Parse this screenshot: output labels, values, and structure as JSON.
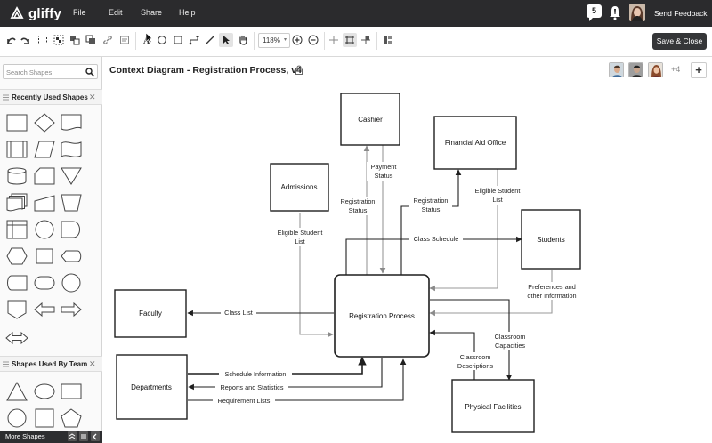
{
  "app": {
    "logo_text": "gliffy",
    "menu": [
      "File",
      "Edit",
      "Share",
      "Help"
    ],
    "notification_count": "5",
    "send_feedback": "Send Feedback"
  },
  "toolbar": {
    "zoom": "118%",
    "save_close": "Save & Close",
    "icons": [
      "undo-icon",
      "redo-icon",
      "select-all-icon",
      "group-icon",
      "ungroup-icon",
      "bring-front-icon",
      "link-icon",
      "image-icon",
      "text-tool-icon",
      "ellipse-tool-icon",
      "rectangle-tool-icon",
      "connector-tool-icon",
      "line-tool-icon",
      "pointer-tool-icon",
      "pan-tool-icon",
      "zoom-in-icon",
      "zoom-out-icon",
      "guides-icon",
      "grid-icon",
      "snap-icon",
      "layers-icon"
    ]
  },
  "sidebar": {
    "search_placeholder": "Search Shapes",
    "sections": [
      {
        "title": "Recently Used Shapes"
      },
      {
        "title": "Shapes Used By Team"
      }
    ],
    "more_shapes": "More Shapes"
  },
  "document": {
    "title": "Context Diagram - Registration Process, v4",
    "collaborators_extra": "+4",
    "add_label": "+"
  },
  "diagram": {
    "nodes": {
      "cashier": "Cashier",
      "financial_aid": "Financial Aid Office",
      "admissions": "Admissions",
      "students": "Students",
      "faculty": "Faculty",
      "registration": "Registration Process",
      "departments": "Departments",
      "physical": "Physical  Facilities"
    },
    "labels": {
      "payment_status": [
        "Payment",
        "Status"
      ],
      "registration_status_cashier": [
        "Registration",
        "Status"
      ],
      "registration_status_fa": [
        "Registration",
        "Status"
      ],
      "eligible_fa": [
        "Eligible Student",
        "List"
      ],
      "eligible_adm": [
        "Eligible Student",
        "List"
      ],
      "class_schedule": "Class Schedule",
      "preferences": [
        "Preferences and",
        "other Information"
      ],
      "class_list": "Class List",
      "classroom_capacities": [
        "Classroom",
        "Capacities"
      ],
      "classroom_descriptions": [
        "Classroom",
        "Descriptions"
      ],
      "schedule_information": "Schedule Information",
      "reports_statistics": "Reports and Statistics",
      "requirement_lists": "Requirement Lists"
    }
  },
  "colors": {
    "appbar": "#2b2b2d",
    "save_button": "#353638",
    "diagram_line": "#1f1f1f",
    "diagram_line_light": "#999999"
  }
}
